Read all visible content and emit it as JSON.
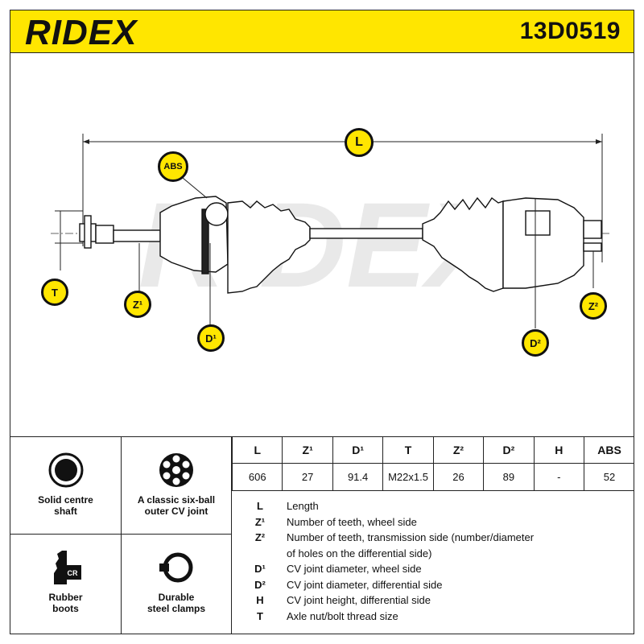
{
  "header": {
    "brand": "RIDEX",
    "part_number": "13D0519",
    "brand_color": "#FFE600"
  },
  "diagram": {
    "watermark": "RIDEX",
    "tags": {
      "L": "L",
      "ABS": "ABS",
      "T": "T",
      "Z1": "Z¹",
      "D1": "D¹",
      "D2": "D²",
      "Z2": "Z²"
    }
  },
  "features": [
    {
      "label": "Solid centre\nshaft",
      "icon": "solid-shaft-icon"
    },
    {
      "label": "A classic six-ball\nouter CV joint",
      "icon": "six-ball-joint-icon"
    },
    {
      "label": "Rubber\nboots",
      "icon": "rubber-boot-icon",
      "badge": "CR"
    },
    {
      "label": "Durable\nsteel clamps",
      "icon": "steel-clamp-icon"
    }
  ],
  "specs": {
    "headers": [
      "L",
      "Z¹",
      "D¹",
      "T",
      "Z²",
      "D²",
      "H",
      "ABS"
    ],
    "values": [
      "606",
      "27",
      "91.4",
      "M22x1.5",
      "26",
      "89",
      "-",
      "52"
    ]
  },
  "legend": [
    {
      "key": "L",
      "text": "Length"
    },
    {
      "key": "Z¹",
      "text": "Number of teeth, wheel side"
    },
    {
      "key": "Z²",
      "text": "Number of teeth, transmission side (number/diameter"
    },
    {
      "key": "",
      "text": "of holes on the differential side)"
    },
    {
      "key": "D¹",
      "text": "CV joint diameter, wheel side"
    },
    {
      "key": "D²",
      "text": "CV joint diameter, differential side"
    },
    {
      "key": "H",
      "text": "CV joint height, differential side"
    },
    {
      "key": "T",
      "text": "Axle nut/bolt thread size"
    }
  ]
}
